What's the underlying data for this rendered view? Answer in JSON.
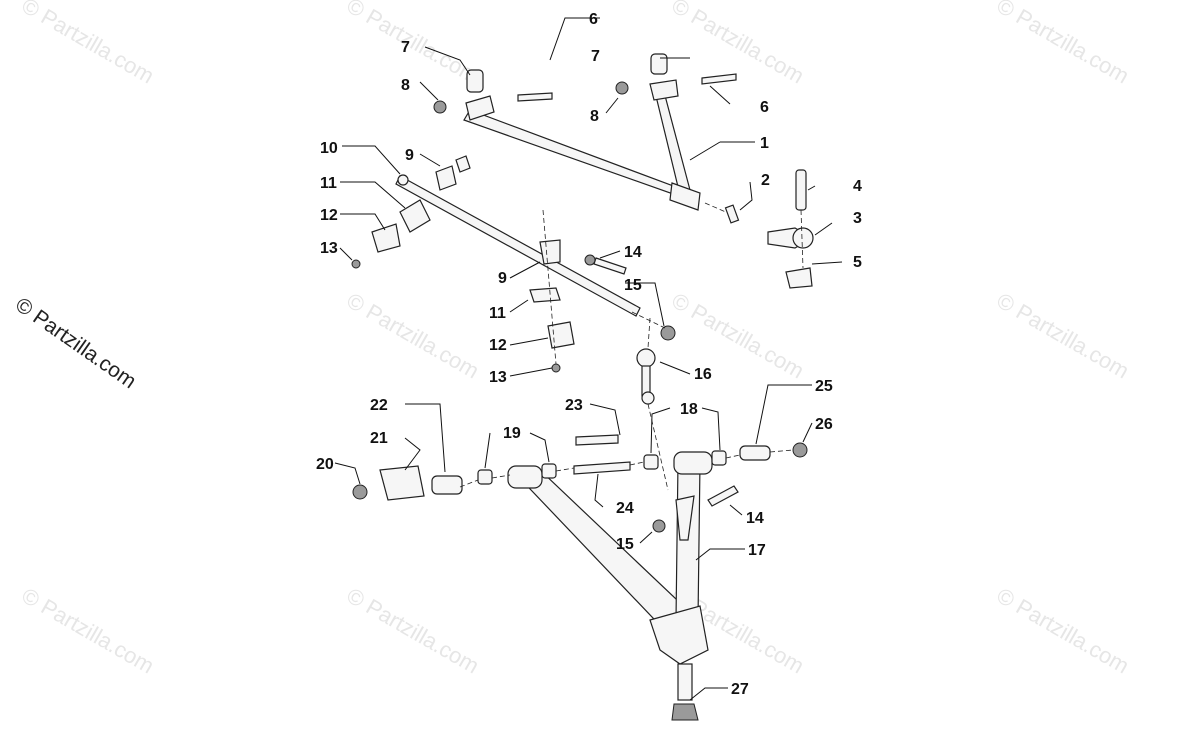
{
  "watermark": {
    "text": "© Partzilla.com"
  },
  "side_credit": {
    "text": "© Partzilla.com"
  },
  "callouts": {
    "c1": "1",
    "c2": "2",
    "c3": "3",
    "c4": "4",
    "c5": "5",
    "c6a": "6",
    "c6b": "6",
    "c7a": "7",
    "c7b": "7",
    "c8a": "8",
    "c8b": "8",
    "c9a": "9",
    "c9b": "9",
    "c10": "10",
    "c11a": "11",
    "c11b": "11",
    "c12a": "12",
    "c12b": "12",
    "c13a": "13",
    "c13b": "13",
    "c14a": "14",
    "c14b": "14",
    "c15a": "15",
    "c15b": "15",
    "c16": "16",
    "c17": "17",
    "c18": "18",
    "c19": "19",
    "c20": "20",
    "c21": "21",
    "c22": "22",
    "c23": "23",
    "c24": "24",
    "c25": "25",
    "c26": "26",
    "c27": "27"
  }
}
